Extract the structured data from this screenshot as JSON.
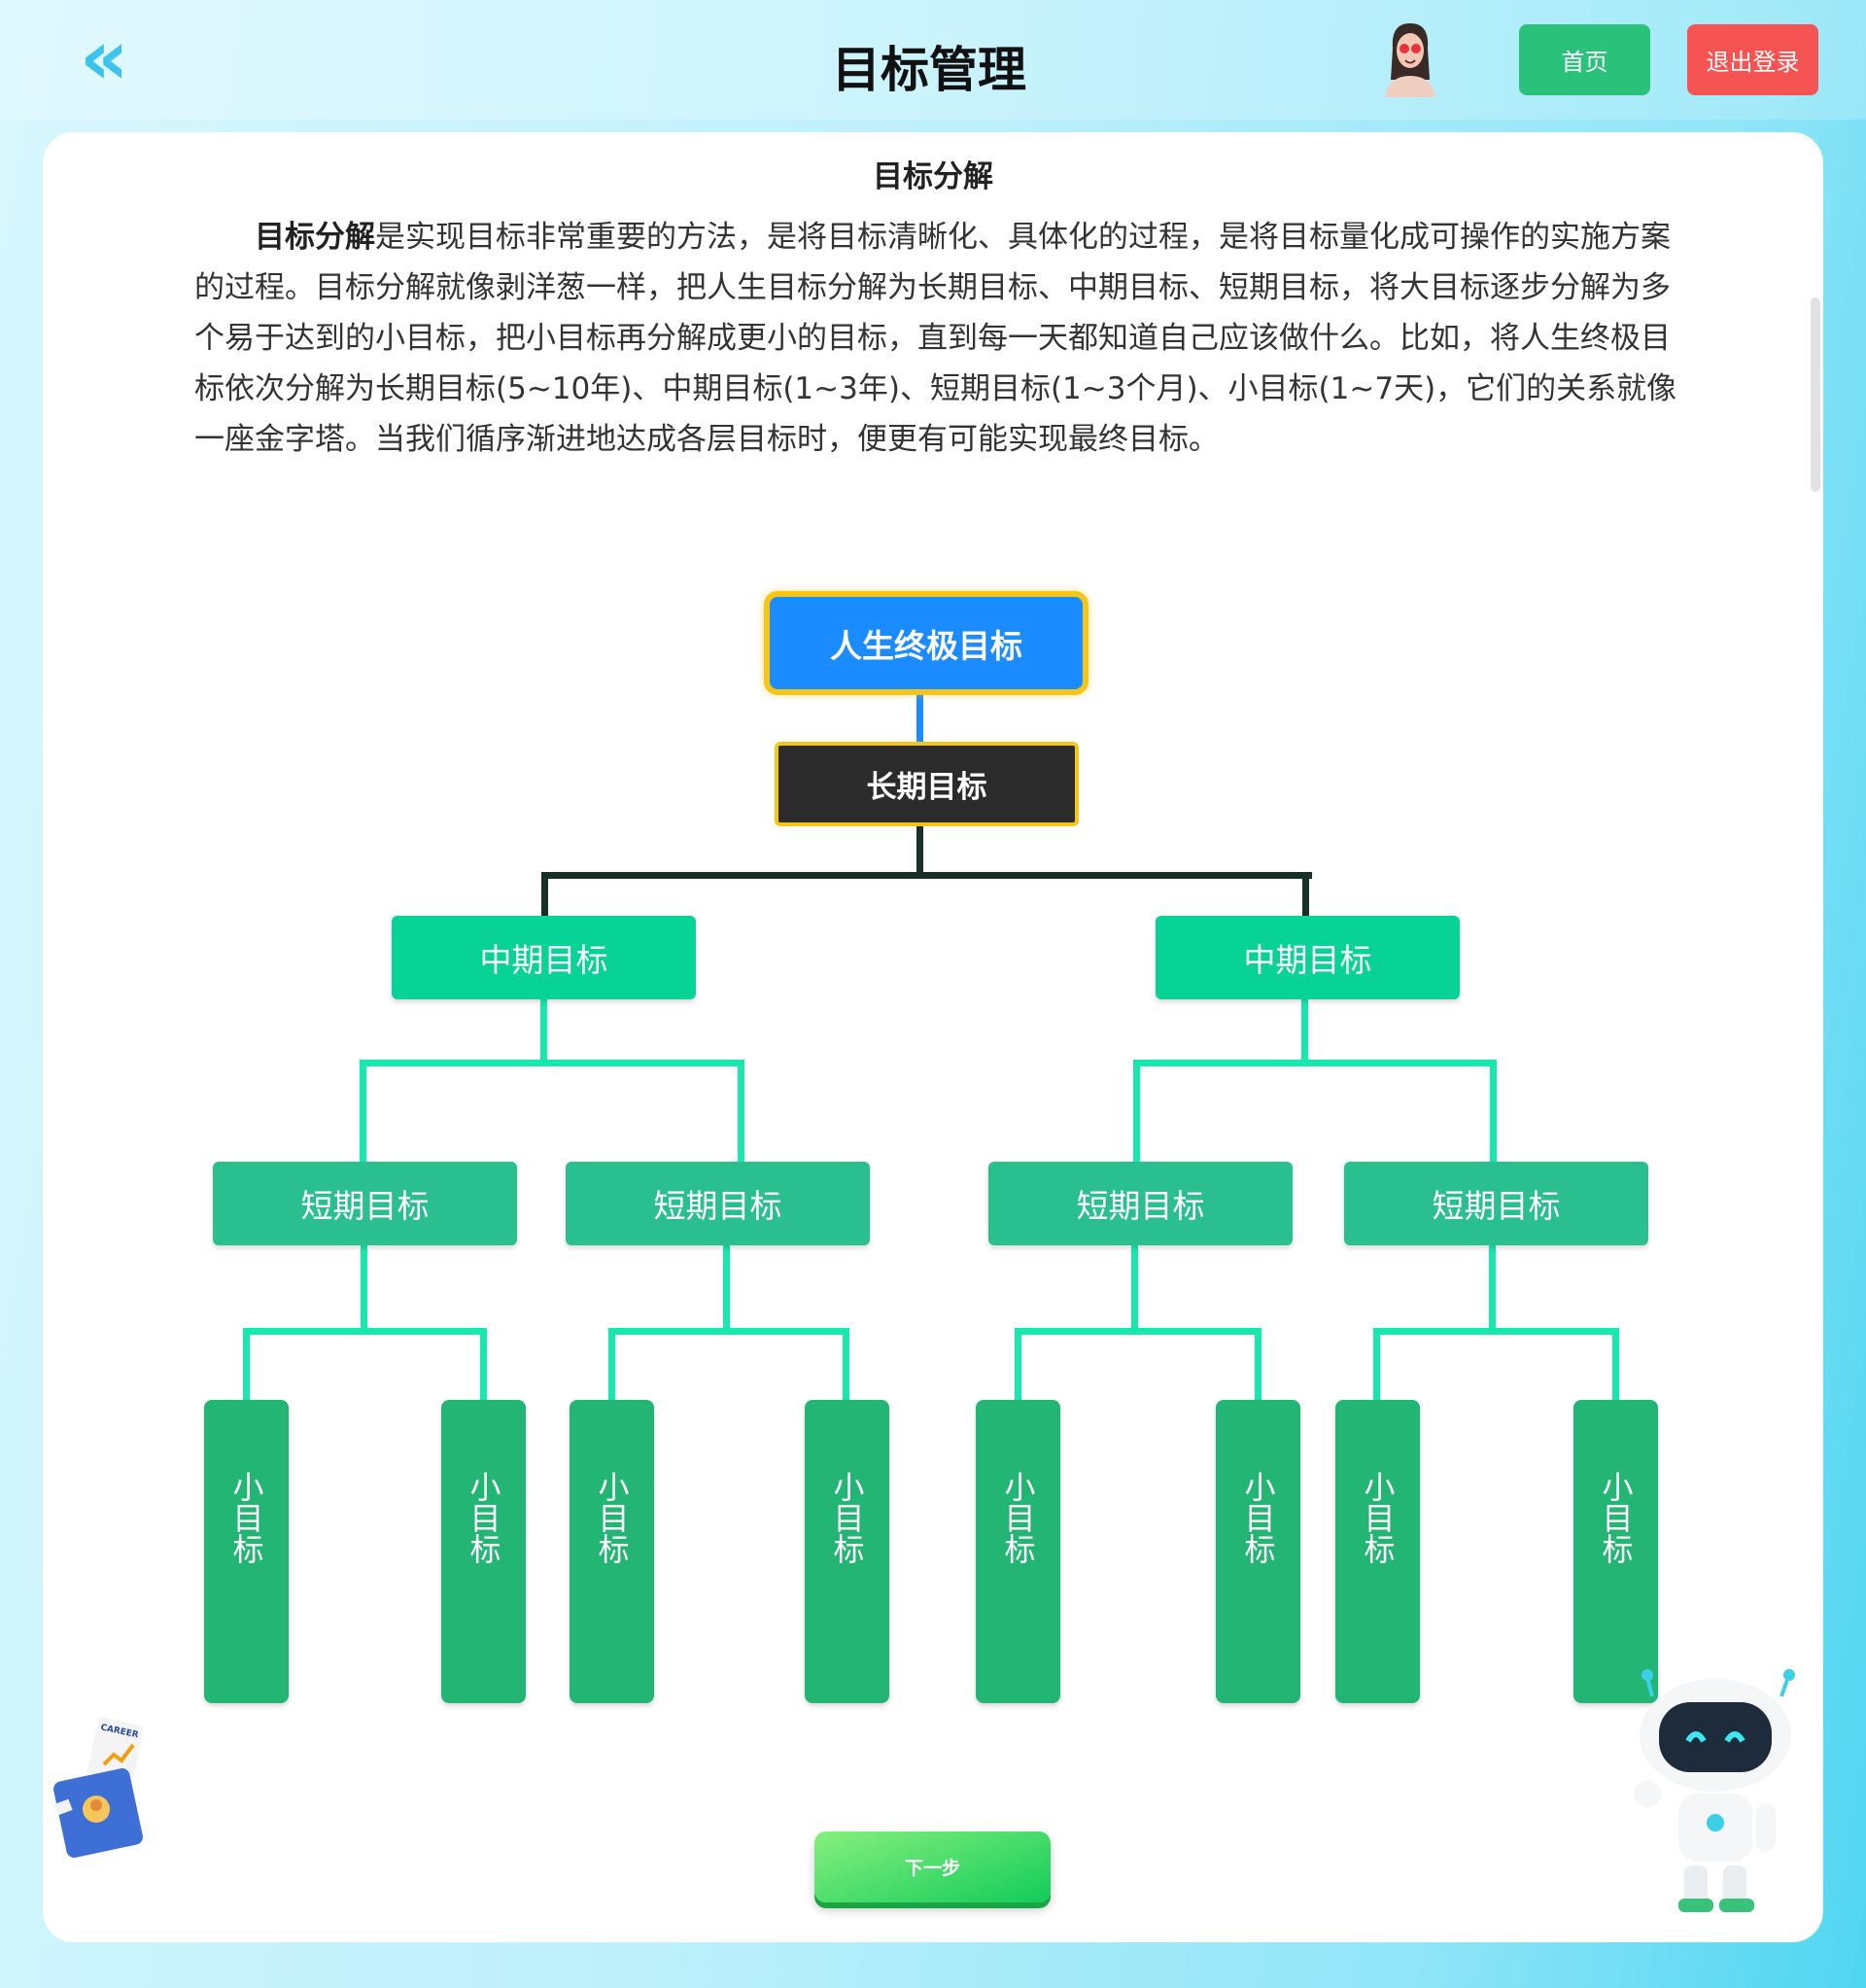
{
  "header": {
    "title": "目标管理",
    "home_label": "首页",
    "logout_label": "退出登录",
    "back_icon": "double-chevron-left-icon"
  },
  "article": {
    "heading": "目标分解",
    "lead_bold": "目标分解",
    "body": "是实现目标非常重要的方法，是将目标清晰化、具体化的过程，是将目标量化成可操作的实施方案的过程。目标分解就像剥洋葱一样，把人生目标分解为长期目标、中期目标、短期目标，将大目标逐步分解为多个易于达到的小目标，把小目标再分解成更小的目标，直到每一天都知道自己应该做什么。比如，将人生终极目标依次分解为长期目标(5~10年)、中期目标(1~3年)、短期目标(1~3个月)、小目标(1~7天)，它们的关系就像一座金字塔。当我们循序渐进地达成各层目标时，便更有可能实现最终目标。"
  },
  "tree": {
    "root": "人生终极目标",
    "long": "长期目标",
    "mid": [
      "中期目标",
      "中期目标"
    ],
    "short": [
      "短期目标",
      "短期目标",
      "短期目标",
      "短期目标"
    ],
    "small": [
      "小目标",
      "小目标",
      "小目标",
      "小目标",
      "小目标",
      "小目标",
      "小目标",
      "小目标"
    ]
  },
  "next_label": "下一步",
  "decor": {
    "passport_text": "CAREER"
  }
}
